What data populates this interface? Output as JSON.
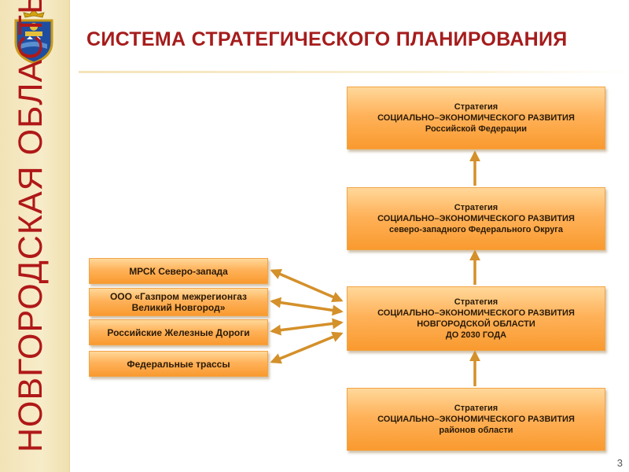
{
  "sidebar": {
    "vertical_text": "НОВГОРОДСКАЯ ОБЛАСТЬ"
  },
  "header": {
    "title": "СИСТЕМА СТРАТЕГИЧЕСКОГО ПЛАНИРОВАНИЯ"
  },
  "strategies": [
    {
      "line1": "Стратегия",
      "line2": "СОЦИАЛЬНО–ЭКОНОМИЧЕСКОГО РАЗВИТИЯ",
      "line3": "Российской Федерации",
      "line4": ""
    },
    {
      "line1": "Стратегия",
      "line2": "СОЦИАЛЬНО–ЭКОНОМИЧЕСКОГО РАЗВИТИЯ",
      "line3": "северо-западного Федерального Округа",
      "line4": ""
    },
    {
      "line1": "Стратегия",
      "line2": "СОЦИАЛЬНО–ЭКОНОМИЧЕСКОГО РАЗВИТИЯ",
      "line3": "НОВГОРОДСКОЙ ОБЛАСТИ",
      "line4": "ДО 2030 ГОДА"
    },
    {
      "line1": "Стратегия",
      "line2": "СОЦИАЛЬНО–ЭКОНОМИЧЕСКОГО РАЗВИТИЯ",
      "line3": "районов области",
      "line4": ""
    }
  ],
  "partners": [
    {
      "line1": "МРСК Северо-запада",
      "line2": ""
    },
    {
      "line1": "ООО «Газпром межрегионгаз",
      "line2": "Великий Новгород»"
    },
    {
      "line1": "Российские Железные Дороги",
      "line2": ""
    },
    {
      "line1": "Федеральные трассы",
      "line2": ""
    }
  ],
  "page_number": "3",
  "colors": {
    "title": "#a61c1c",
    "arrow": "#d4902a",
    "box_top": "#ffd89a",
    "box_bottom": "#f99a2f"
  },
  "icons": {
    "emblem": "novgorod-coat-of-arms-icon"
  }
}
